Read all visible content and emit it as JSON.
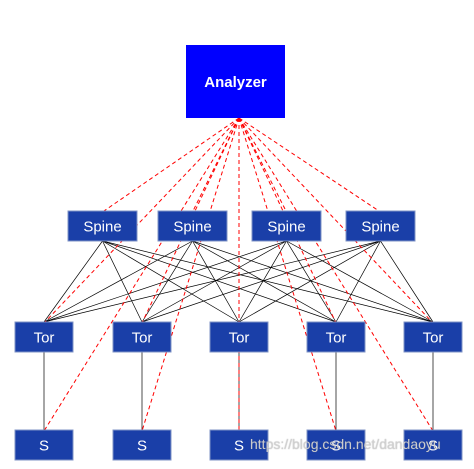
{
  "colors": {
    "analyzer_fill": "#0000ff",
    "node_fill": "#1a3fa8",
    "node_border": "#7f93c6",
    "fabric_link": "#000000",
    "telemetry_link": "#ff0000"
  },
  "analyzer": {
    "label": "Analyzer"
  },
  "spines": [
    {
      "label": "Spine"
    },
    {
      "label": "Spine"
    },
    {
      "label": "Spine"
    },
    {
      "label": "Spine"
    }
  ],
  "tors": [
    {
      "label": "Tor"
    },
    {
      "label": "Tor"
    },
    {
      "label": "Tor"
    },
    {
      "label": "Tor"
    },
    {
      "label": "Tor"
    }
  ],
  "servers": [
    {
      "label": "S"
    },
    {
      "label": "S"
    },
    {
      "label": "S"
    },
    {
      "label": "S"
    },
    {
      "label": "S"
    }
  ],
  "watermark": "https://blog.csdn.net/dandaoyu"
}
